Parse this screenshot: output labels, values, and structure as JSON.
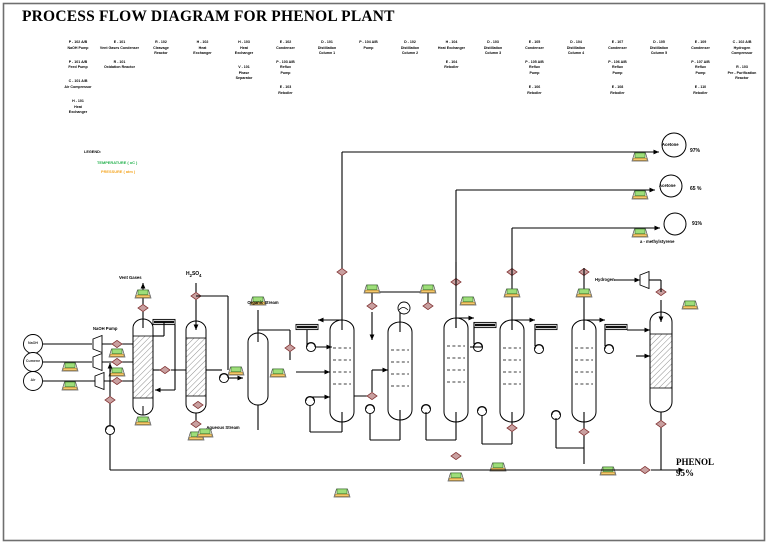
{
  "title": "PROCESS FLOW DIAGRAM FOR PHENOL PLANT",
  "legend": {
    "heading": "LEGEND:",
    "temperature": "TEMPERATURE ( oC )",
    "pressure": "PRESSURE ( atm )",
    "temperature_color": "#22b14c",
    "pressure_color": "#f5a623"
  },
  "equipment_list": {
    "columns": [
      {
        "items": [
          [
            "P - 102 A/B",
            "NaOH Pump"
          ],
          [
            "P - 101 A/B",
            "Feed Pump"
          ],
          [
            "C - 101 A/B",
            "Air Compressor"
          ],
          [
            "H - 101",
            "Heat",
            "Exchanger"
          ]
        ]
      },
      {
        "items": [
          [
            "E - 101",
            "Vent Gases Condenser"
          ],
          [
            "R - 101",
            "Oxidation Reactor"
          ]
        ]
      },
      {
        "items": [
          [
            "R - 102",
            "Cleavage",
            "Reactor"
          ]
        ]
      },
      {
        "items": [
          [
            "H - 102",
            "Heat",
            "Exchanger"
          ]
        ]
      },
      {
        "items": [
          [
            "H - 103",
            "Heat",
            "Exchanger"
          ],
          [
            "V - 101",
            "Phase",
            "Separator"
          ]
        ]
      },
      {
        "items": [
          [
            "E - 102",
            "Condenser"
          ],
          [
            "P - 103 A/B",
            "Reflux",
            "Pump"
          ],
          [
            "E - 103",
            "Reboiler"
          ]
        ]
      },
      {
        "items": [
          [
            "D - 101",
            "Distillation",
            "Column 1"
          ]
        ]
      },
      {
        "items": [
          [
            "P - 104 A/B",
            "Pump"
          ]
        ]
      },
      {
        "items": [
          [
            "D - 102",
            "Distillation",
            "Column 2"
          ]
        ]
      },
      {
        "items": [
          [
            "H - 104",
            "Heat Exchanger"
          ],
          [
            "E - 104",
            "Reboiler"
          ]
        ]
      },
      {
        "items": [
          [
            "D - 103",
            "Distillation",
            "Column 3"
          ]
        ]
      },
      {
        "items": [
          [
            "E - 105",
            "Condenser"
          ],
          [
            "P - 105 A/B",
            "Reflux",
            "Pump"
          ],
          [
            "E - 106",
            "Reboiler"
          ]
        ]
      },
      {
        "items": [
          [
            "D - 104",
            "Distillation",
            "Column 4"
          ]
        ]
      },
      {
        "items": [
          [
            "E - 107",
            "Condenser"
          ],
          [
            "P - 106 A/B",
            "Reflux",
            "Pump"
          ],
          [
            "E - 108",
            "Reboiler"
          ]
        ]
      },
      {
        "items": [
          [
            "D - 105",
            "Distillation",
            "Column 5"
          ]
        ]
      },
      {
        "items": [
          [
            "E - 109",
            "Condenser"
          ],
          [
            "P - 107 A/B",
            "Reflux",
            "Pump"
          ],
          [
            "E - 110",
            "Reboiler"
          ]
        ]
      },
      {
        "items": [
          [
            "C - 102 A/B",
            "Hydrogen",
            "Compressor"
          ],
          [
            "R - 103",
            "Pre - Purification",
            "Reactor"
          ]
        ]
      }
    ]
  },
  "feeds": [
    {
      "name": "NaOH"
    },
    {
      "name": "Cumene"
    },
    {
      "name": "Air"
    }
  ],
  "stream_labels": {
    "naoh_pump": "NaOH Pump",
    "vent_gases": "Vent Gases",
    "h2so4": "H2SO4",
    "organic_stream": "Organic Stream",
    "aqueous_stream": "Aqueous Stream",
    "hydrogen": "Hydrogen"
  },
  "products": [
    {
      "name": "Acetone",
      "purity": "97%"
    },
    {
      "name": "Acetone",
      "purity": "65 %"
    },
    {
      "name": "a - methylstyrene",
      "purity": "91%"
    }
  ],
  "main_product": {
    "name": "PHENOL",
    "purity": "95%"
  }
}
